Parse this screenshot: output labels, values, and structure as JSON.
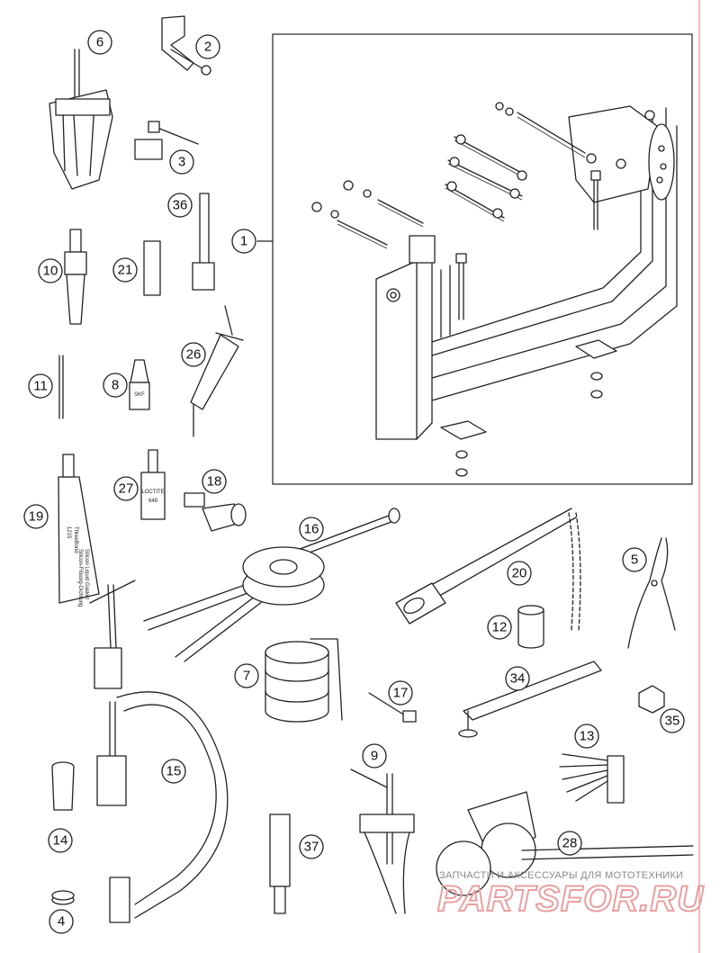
{
  "callouts": [
    {
      "id": "1",
      "label": "1"
    },
    {
      "id": "2",
      "label": "2"
    },
    {
      "id": "3",
      "label": "3"
    },
    {
      "id": "4",
      "label": "4"
    },
    {
      "id": "5",
      "label": "5"
    },
    {
      "id": "6",
      "label": "6"
    },
    {
      "id": "7",
      "label": "7"
    },
    {
      "id": "8",
      "label": "8"
    },
    {
      "id": "9",
      "label": "9"
    },
    {
      "id": "10",
      "label": "10"
    },
    {
      "id": "11",
      "label": "11"
    },
    {
      "id": "12",
      "label": "12"
    },
    {
      "id": "13",
      "label": "13"
    },
    {
      "id": "14",
      "label": "14"
    },
    {
      "id": "15",
      "label": "15"
    },
    {
      "id": "16",
      "label": "16"
    },
    {
      "id": "17",
      "label": "17"
    },
    {
      "id": "18",
      "label": "18"
    },
    {
      "id": "19",
      "label": "19"
    },
    {
      "id": "20",
      "label": "20"
    },
    {
      "id": "21",
      "label": "21"
    },
    {
      "id": "26",
      "label": "26"
    },
    {
      "id": "27",
      "label": "27"
    },
    {
      "id": "28",
      "label": "28"
    },
    {
      "id": "34",
      "label": "34"
    },
    {
      "id": "35",
      "label": "35"
    },
    {
      "id": "36",
      "label": "36"
    },
    {
      "id": "37",
      "label": "37"
    }
  ],
  "product_labels": {
    "tube_brand": "ThreeBond",
    "tube_code": "1215",
    "tube_text_1": "Silicon Liquid Gasket",
    "tube_text_2": "Silicon-Flüssig-Dichtung",
    "bottle_brand": "LOCTITE",
    "bottle_code": "648",
    "small_bottle_text": "SKF"
  },
  "watermark": {
    "subtitle": "ЗАПЧАСТИ И АКСЕССУАРЫ ДЛЯ МОТОТЕХНИКИ",
    "logo": "PARTSFOR.RU"
  },
  "colors": {
    "line": "#222222",
    "border_red": "#e07070",
    "watermark_red": "#e9a0a0",
    "watermark_gray": "#8a8a8a"
  }
}
